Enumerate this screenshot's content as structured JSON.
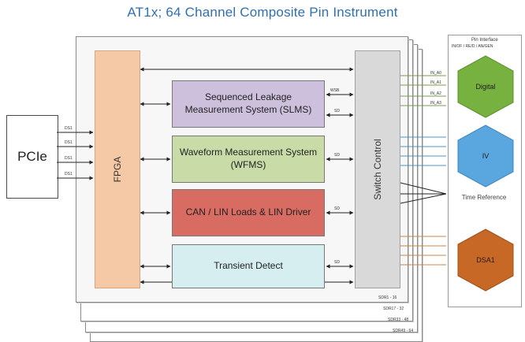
{
  "title": "AT1x; 64 Channel Composite Pin Instrument",
  "pcie": {
    "label": "PCIe",
    "lanes": [
      "DS1",
      "DS1",
      "DS1",
      "DS1"
    ]
  },
  "fpga": {
    "label": "FPGA"
  },
  "switch": {
    "label": "Switch Control"
  },
  "subsystems": {
    "slms": {
      "label": "Sequenced Leakage Measurement System (SLMS)",
      "tag1": "WSB",
      "tag2": "SD"
    },
    "wfms": {
      "label": "Waveform Measurement System (WFMS)",
      "tag1": "SD"
    },
    "canlin": {
      "label": "CAN / LIN Loads & LIN Driver",
      "tag1": "SD"
    },
    "transient": {
      "label": "Transient Detect",
      "tag1": "SD"
    }
  },
  "right_panel": {
    "header": "Pin Interface",
    "subheader": "IN/OF / RE/D / AN/GEN",
    "digital": "Digital",
    "analog": "IV",
    "time_reference": "Time Reference",
    "dsa": "DSA1"
  },
  "stack_labels": [
    "SDR1 - 16",
    "SDR17 - 32",
    "SDR33 - 48",
    "SDR49 - 64"
  ],
  "pin_labels": [
    "IN_A0",
    "IN_A1",
    "IN_A2",
    "IN_A3"
  ],
  "colors": {
    "digital": "#77b13f",
    "analog": "#5aa7e0",
    "dsa": "#c76826",
    "fpga": "#f6c9a6",
    "switch": "#d9d9d9",
    "title": "#2f6fb3"
  }
}
